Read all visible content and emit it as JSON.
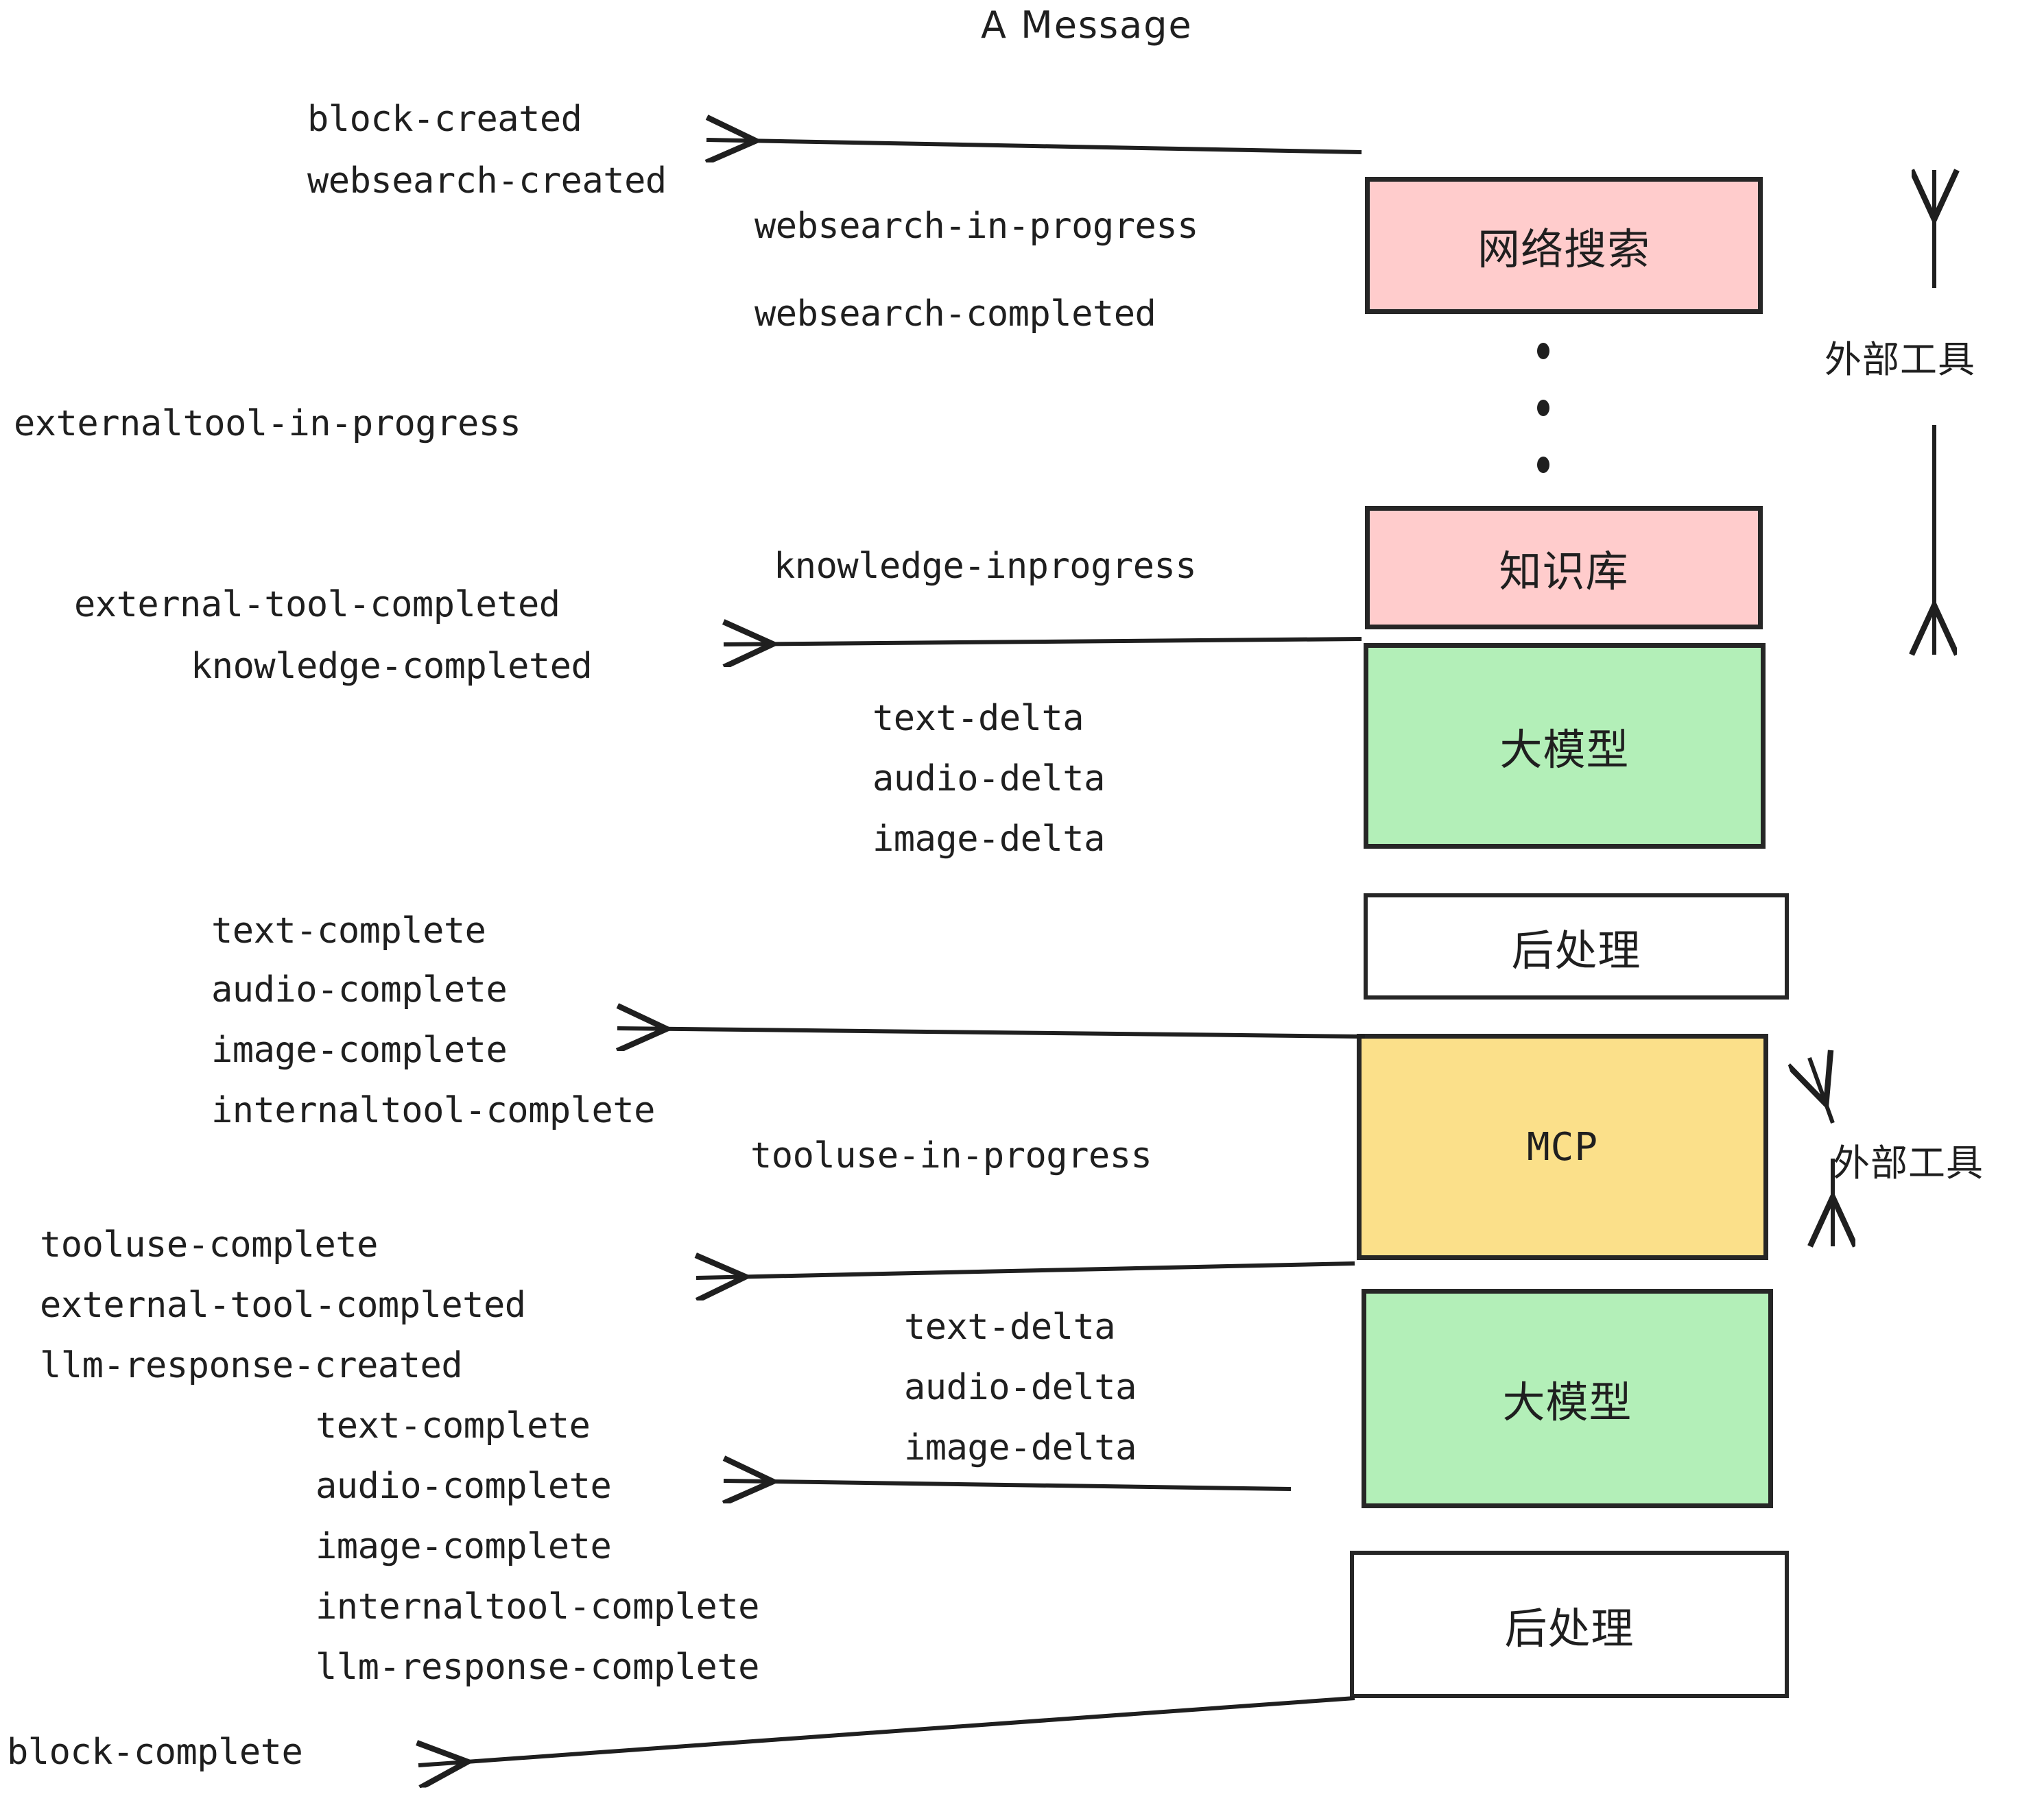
{
  "title": "A Message",
  "boxes": [
    {
      "id": "websearch",
      "label": "网络搜索",
      "color": "#FFCCCC",
      "script": "cjk"
    },
    {
      "id": "knowledge",
      "label": "知识库",
      "color": "#FFCCCC",
      "script": "cjk"
    },
    {
      "id": "llm-1",
      "label": "大模型",
      "color": "#B3EFB8",
      "script": "cjk"
    },
    {
      "id": "postprocess-1",
      "label": "后处理",
      "color": "#FFFFFF",
      "script": "cjk"
    },
    {
      "id": "mcp",
      "label": "MCP",
      "color": "#FBE08A",
      "script": "latin"
    },
    {
      "id": "llm-2",
      "label": "大模型",
      "color": "#B3EFB8",
      "script": "cjk"
    },
    {
      "id": "postprocess-2",
      "label": "后处理",
      "color": "#FFFFFF",
      "script": "cjk"
    }
  ],
  "events": {
    "block_created": "block-created",
    "websearch_created": "websearch-created",
    "websearch_in_progress": "websearch-in-progress",
    "websearch_completed": "websearch-completed",
    "externaltool_in_progress": "externaltool-in-progress",
    "knowledge_inprogress": "knowledge-inprogress",
    "external_tool_completed_1": "external-tool-completed",
    "knowledge_completed": "knowledge-completed",
    "text_delta_1": "text-delta",
    "audio_delta_1": "audio-delta",
    "image_delta_1": "image-delta",
    "text_complete_1": "text-complete",
    "audio_complete_1": "audio-complete",
    "image_complete_1": "image-complete",
    "internaltool_complete_1": "internaltool-complete",
    "tooluse_in_progress": "tooluse-in-progress",
    "tooluse_complete": "tooluse-complete",
    "external_tool_completed_2": "external-tool-completed",
    "llm_response_created": "llm-response-created",
    "text_delta_2": "text-delta",
    "audio_delta_2": "audio-delta",
    "image_delta_2": "image-delta",
    "text_complete_2": "text-complete",
    "audio_complete_2": "audio-complete",
    "image_complete_2": "image-complete",
    "internaltool_complete_2": "internaltool-complete",
    "llm_response_complete": "llm-response-complete",
    "block_complete": "block-complete"
  },
  "annotations": {
    "external_tools_upper": "外部工具",
    "external_tools_lower": "外部工具"
  },
  "colors": {
    "pink": "#FFCCCC",
    "green": "#B3EFB8",
    "yellow": "#FBE08A",
    "white": "#FFFFFF",
    "stroke": "#262626",
    "text": "#1F1F1F"
  },
  "ellipsis_dots": 3
}
